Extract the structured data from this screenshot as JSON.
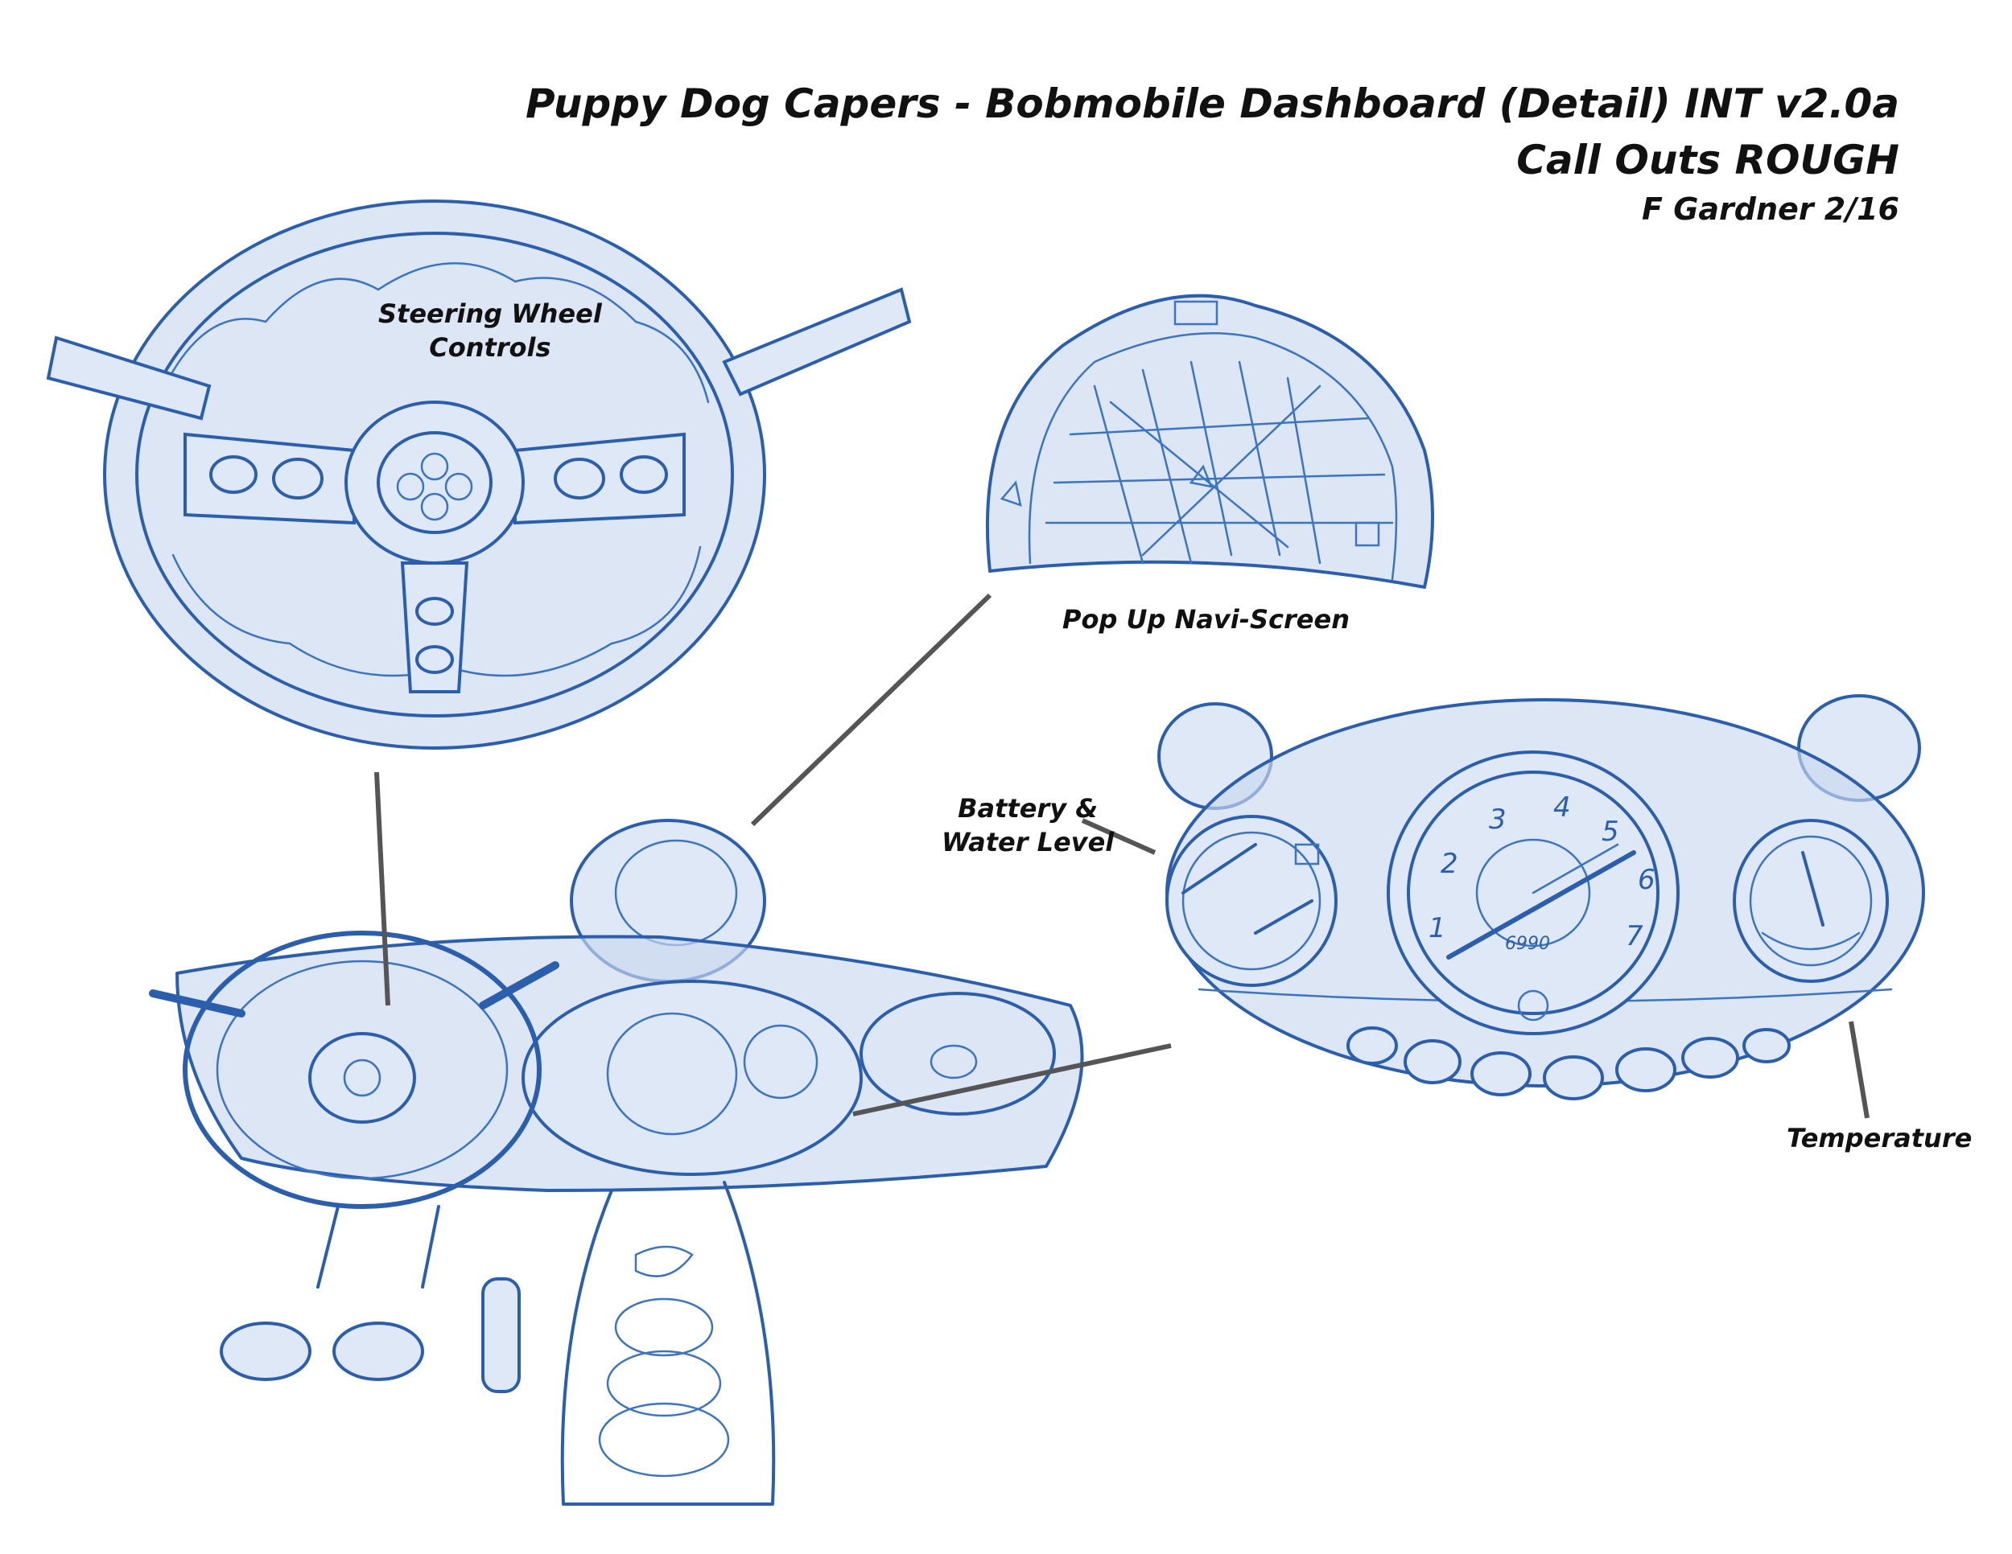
{
  "header": {
    "title": "Puppy Dog Capers - Bobmobile Dashboard (Detail) INT v2.0a",
    "subtitle": "Call Outs ROUGH",
    "author": "F Gardner 2/16"
  },
  "callouts": {
    "steering": [
      "Steering Wheel",
      "Controls"
    ],
    "navi": "Pop Up Navi-Screen",
    "battery": [
      "Battery &",
      "Water Level"
    ],
    "temperature": "Temperature"
  },
  "gauge": {
    "dial_numbers": [
      "1",
      "2",
      "3",
      "4",
      "5",
      "6",
      "7"
    ],
    "odometer": "6990"
  },
  "colors": {
    "pencil": "#2b5fae",
    "leader": "#555555",
    "text": "#111111"
  }
}
